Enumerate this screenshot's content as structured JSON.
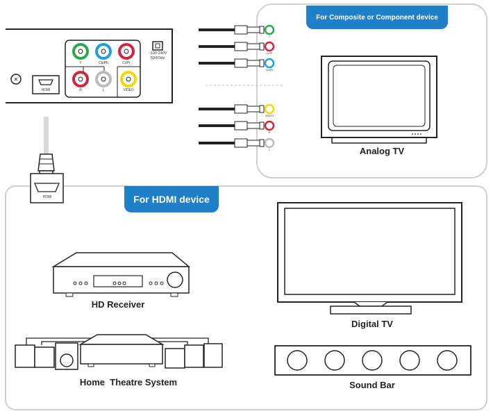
{
  "tags": {
    "composite": "For Composite or Component device",
    "hdmi": "For HDMI device"
  },
  "labels": {
    "analog_tv": "Analog TV",
    "hd_receiver": "HD Receiver",
    "digital_tv": "Digital TV",
    "home_theatre": "Home  Theatre System",
    "sound_bar": "Sound Bar"
  },
  "player_panel": {
    "hdmi_port": "HDMI",
    "jack_y": "Y",
    "jack_cb": "Cb/Pb",
    "jack_cr": "Cr/Pr",
    "jack_r": "R",
    "jack_l": "L",
    "jack_video": "VIDEO",
    "power_voltage": "~100-240V",
    "power_freq": "50/60Hz"
  },
  "hdmi_cable_plug": "HDMI",
  "cable_tips": {
    "y": "Y",
    "cb": "Cb/Pb",
    "cr": "Cr/Pr",
    "video": "VIDEO",
    "r": "R",
    "l": "L"
  },
  "colors": {
    "accent": "#1f7fc8",
    "green": "#2aa84a",
    "blue": "#1fa0d8",
    "red": "#d0253a",
    "yellow": "#f2d800",
    "white_jack": "#ffffff",
    "outline": "#333333",
    "frame": "#cfcfcf"
  }
}
